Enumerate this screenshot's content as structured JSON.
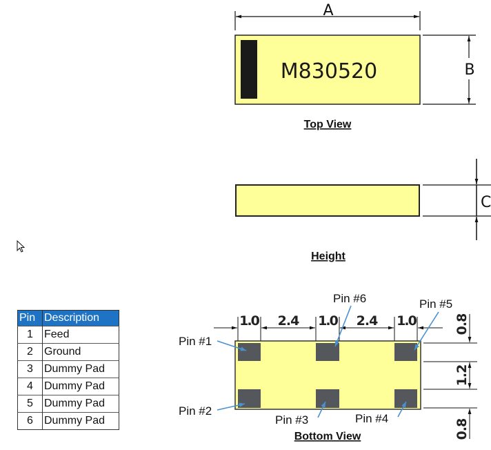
{
  "top_view": {
    "marking": "M830520",
    "dim_width": "A",
    "dim_depth": "B",
    "caption": "Top View"
  },
  "side_view": {
    "dim_height": "C",
    "caption": "Height"
  },
  "bottom_view": {
    "caption": "Bottom View",
    "horizontal_dims": [
      "1.0",
      "2.4",
      "1.0",
      "2.4",
      "1.0"
    ],
    "vertical_dims": [
      "0.8",
      "1.2",
      "0.8"
    ],
    "pin_labels": {
      "pin1": "Pin #1",
      "pin2": "Pin #2",
      "pin3": "Pin #3",
      "pin4": "Pin #4",
      "pin5": "Pin #5",
      "pin6": "Pin #6"
    }
  },
  "pin_table": {
    "headers": [
      "Pin",
      "Description"
    ],
    "rows": [
      {
        "pin": "1",
        "description": "Feed"
      },
      {
        "pin": "2",
        "description": "Ground"
      },
      {
        "pin": "3",
        "description": "Dummy Pad"
      },
      {
        "pin": "4",
        "description": "Dummy Pad"
      },
      {
        "pin": "5",
        "description": "Dummy Pad"
      },
      {
        "pin": "6",
        "description": "Dummy Pad"
      }
    ]
  },
  "colors": {
    "body_fill": "#ffff99",
    "pad_fill": "#54585c",
    "marking_bar": "#1a1a1a",
    "leader_arrow": "#4a90d0",
    "table_header": "#1f73c4"
  }
}
